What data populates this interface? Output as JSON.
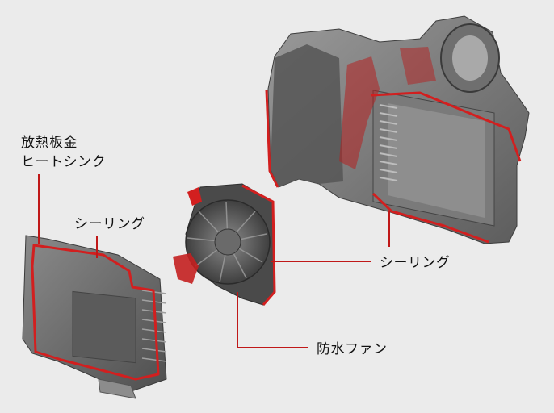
{
  "labels": {
    "heatsink_line1": "放熱板金",
    "heatsink_line2": "ヒートシンク",
    "sealing_left": "シーリング",
    "sealing_right": "シーリング",
    "fan": "防水ファン"
  },
  "colors": {
    "background": "#ebebeb",
    "seal_red": "#d21f1f",
    "leader_line": "#c01818",
    "part_gray": "#6b6b6b"
  }
}
